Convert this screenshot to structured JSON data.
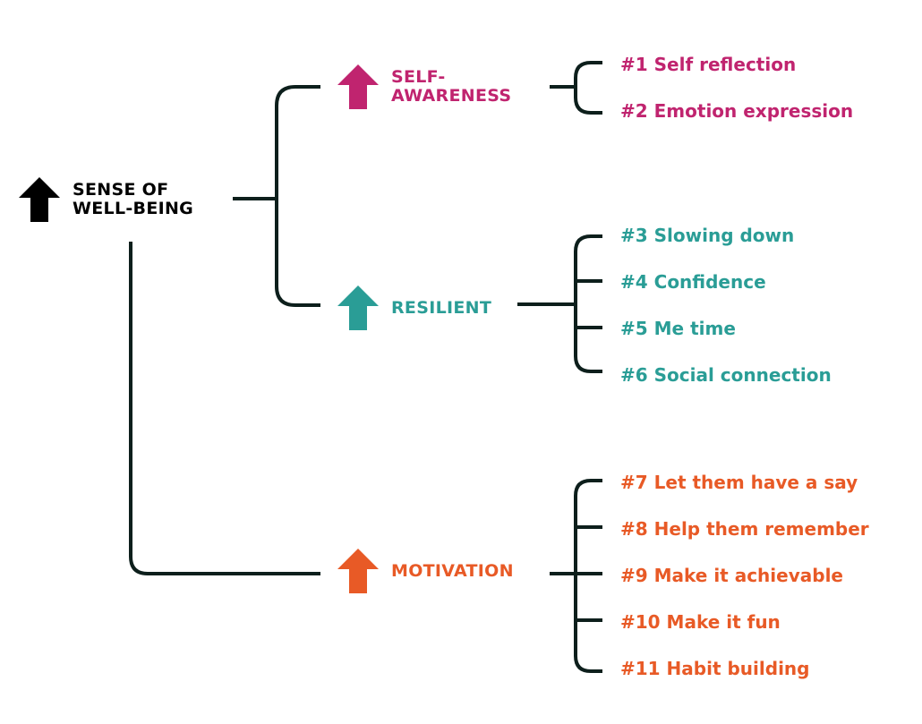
{
  "root": {
    "label_line1": "SENSE OF",
    "label_line2": "WELL-BEING",
    "icon": "up-arrow-icon",
    "color": "#000000"
  },
  "branches": [
    {
      "id": "self-awareness",
      "label_line1": "SELF-",
      "label_line2": "AWARENESS",
      "icon": "up-arrow-icon",
      "color": "#c0246f",
      "items": [
        "#1 Self reflection",
        "#2 Emotion expression"
      ]
    },
    {
      "id": "resilient",
      "label_line1": "RESILIENT",
      "label_line2": "",
      "icon": "up-arrow-icon",
      "color": "#2a9d96",
      "items": [
        "#3 Slowing down",
        "#4 Confidence",
        "#5 Me time",
        "#6 Social connection"
      ]
    },
    {
      "id": "motivation",
      "label_line1": "MOTIVATION",
      "label_line2": "",
      "icon": "up-arrow-icon",
      "color": "#e85a26",
      "items": [
        "#7 Let them have a say",
        "#8 Help them remember",
        "#9 Make it achievable",
        "#10 Make it fun",
        "#11 Habit building"
      ]
    }
  ],
  "line_color": "#0d1f1c"
}
